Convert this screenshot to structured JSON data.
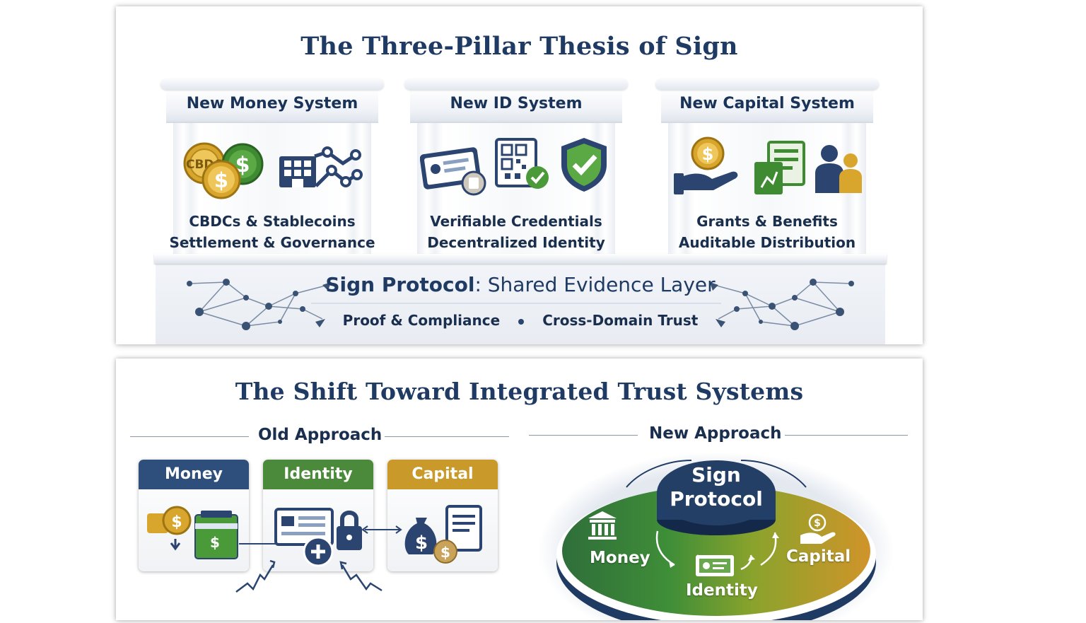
{
  "top": {
    "title": "The Three-Pillar Thesis of Sign",
    "pillars": [
      {
        "name": "New Money System",
        "line1": "CBDCs & Stablecoins",
        "line2": "Settlement & Governance",
        "icon_text": "CBDC"
      },
      {
        "name": "New ID System",
        "line1": "Verifiable Credentials",
        "line2": "Decentralized Identity"
      },
      {
        "name": "New Capital System",
        "line1": "Grants & Benefits",
        "line2": "Auditable Distribution"
      }
    ],
    "base": {
      "heading_bold": "Sign Protocol",
      "heading_rest": ": Shared Evidence Layer",
      "sub_left": "Proof & Compliance",
      "sub_right": "Cross-Domain Trust"
    }
  },
  "bottom": {
    "title": "The Shift Toward Integrated Trust Systems",
    "old_label": "Old Approach",
    "new_label": "New Approach",
    "old_boxes": [
      {
        "label": "Money",
        "color": "#2e4f7c"
      },
      {
        "label": "Identity",
        "color": "#4a8a3a"
      },
      {
        "label": "Capital",
        "color": "#c99a2a"
      }
    ],
    "new": {
      "center_line1": "Sign",
      "center_line2": "Protocol",
      "money": "Money",
      "identity": "Identity",
      "capital": "Capital"
    }
  },
  "colors": {
    "navy": "#1f3a63",
    "green": "#4a8a3a",
    "gold": "#c99a2a"
  }
}
